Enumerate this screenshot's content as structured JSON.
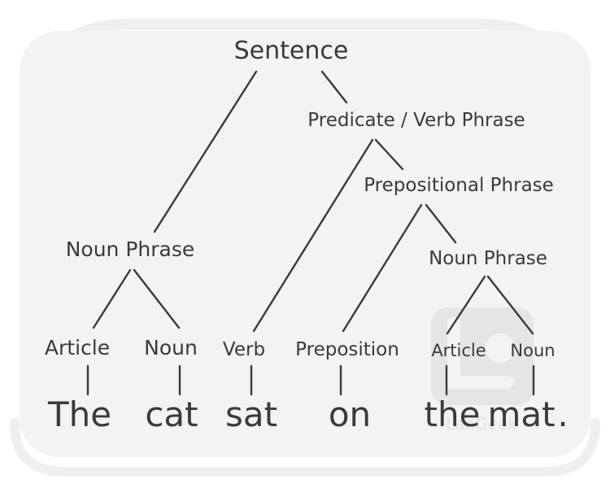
{
  "diagram": {
    "nodes": {
      "sentence": "Sentence",
      "predicate": "Predicate / Verb Phrase",
      "prep_phrase": "Prepositional Phrase",
      "np_left": "Noun Phrase",
      "np_right": "Noun Phrase",
      "article_left": "Article",
      "noun_left": "Noun",
      "verb": "Verb",
      "preposition": "Preposition",
      "article_right": "Article",
      "noun_right": "Noun"
    },
    "words": {
      "w1": "The",
      "w2": "cat",
      "w3": "sat",
      "w4": "on",
      "w5": "the",
      "w6": "mat",
      "period": "."
    },
    "watermark": "LanGeek",
    "colors": {
      "ink": "#3a3a3a",
      "panel": "#f2f2f2",
      "frame": "#ededed",
      "watermark": "#d9d9d9"
    }
  }
}
